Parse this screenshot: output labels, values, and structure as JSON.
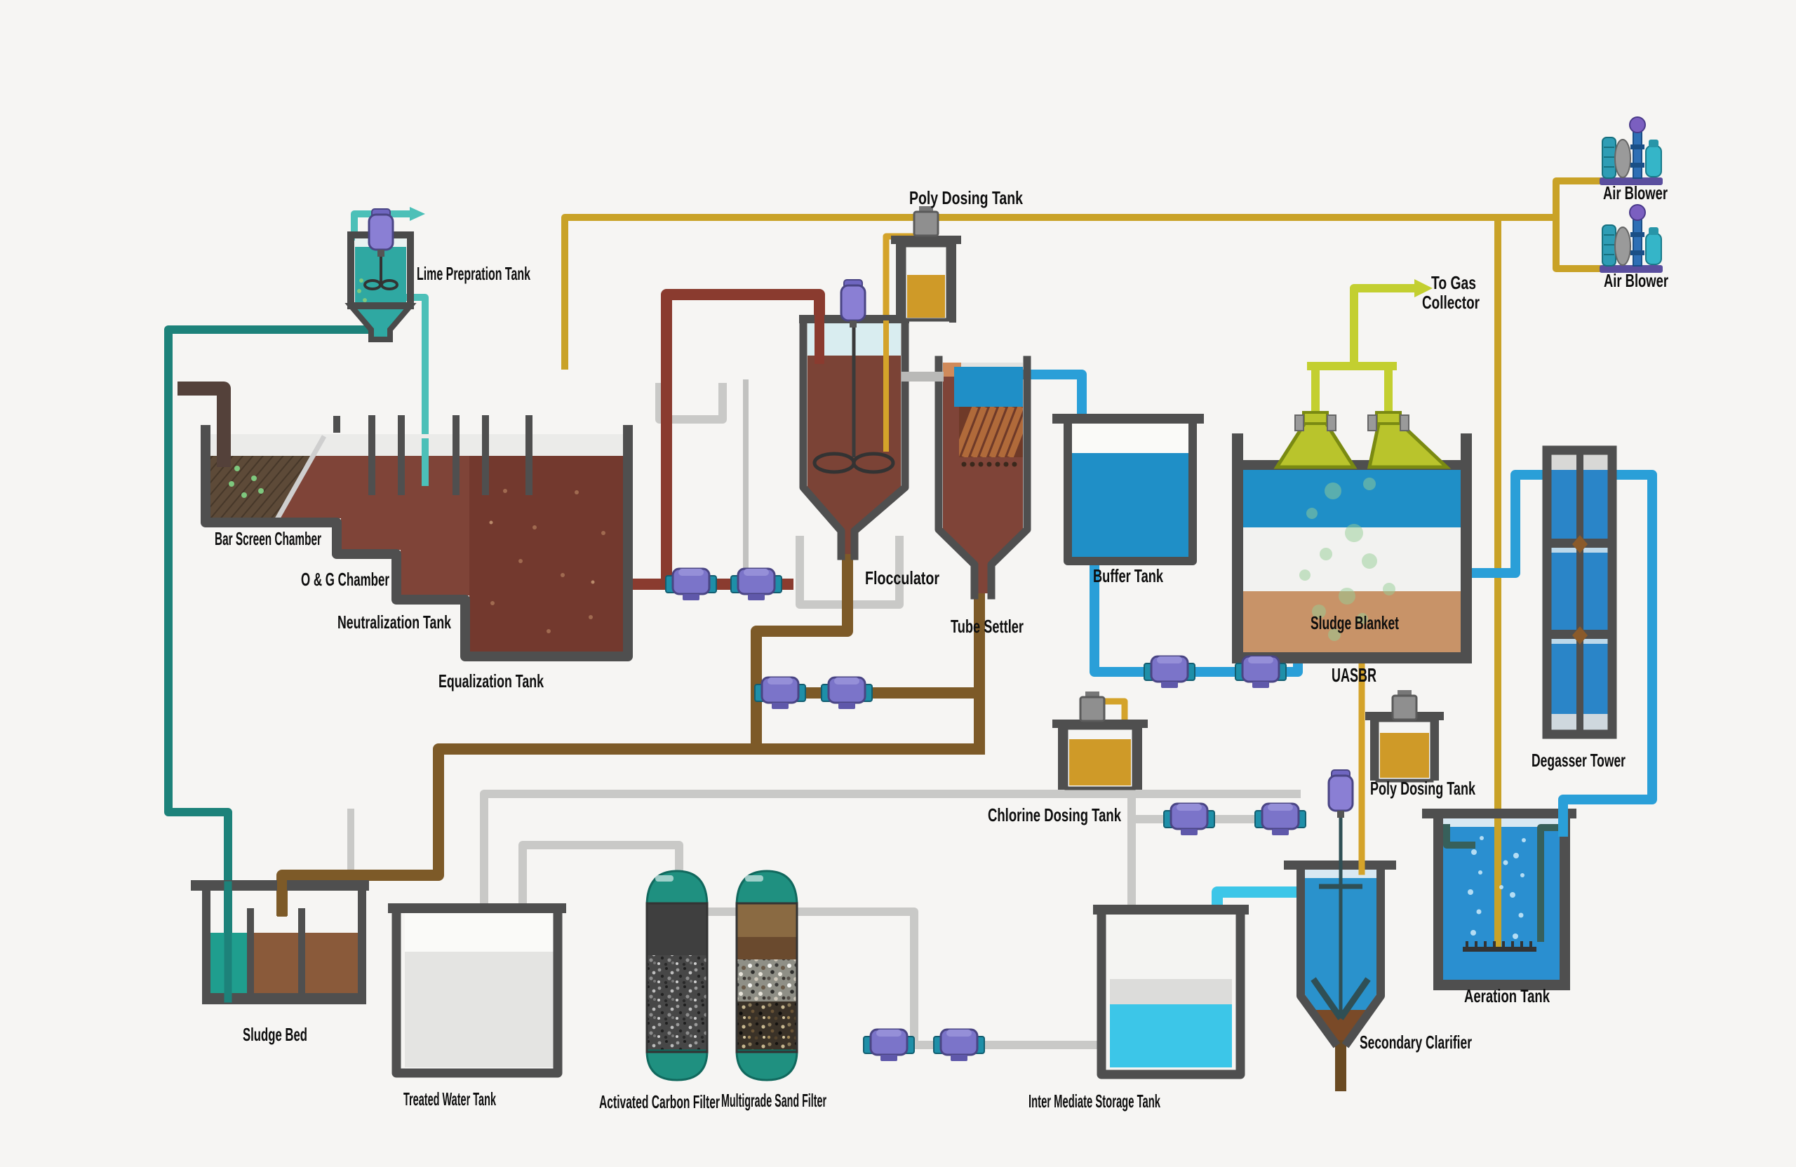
{
  "labels": {
    "lime_tank": "Lime Prepration Tank",
    "bar_screen": "Bar Screen Chamber",
    "og_chamber": "O & G Chamber",
    "neutralization": "Neutralization Tank",
    "equalization": "Equalization Tank",
    "poly_dosing_top": "Poly Dosing Tank",
    "flocculator": "Flocculator",
    "tube_settler": "Tube Settler",
    "buffer_tank": "Buffer Tank",
    "sludge_blanket": "Sludge Blanket",
    "uasbr": "UASBR",
    "to_gas_1": "To Gas",
    "to_gas_2": "Collector",
    "air_blower": "Air Blower",
    "degasser": "Degasser Tower",
    "poly_dosing_bottom": "Poly Dosing Tank",
    "chlorine_dosing": "Chlorine Dosing Tank",
    "sludge_bed": "Sludge Bed",
    "treated_water": "Treated Water Tank",
    "carbon_filter": "Activated Carbon Filter",
    "sand_filter": "Multigrade Sand Filter",
    "intermediate": "Inter Mediate Storage Tank",
    "secondary_clarifier": "Secondary Clarifier",
    "aeration_tank": "Aeration Tank"
  },
  "colors": {
    "background": "#f6f5f3",
    "tank_frame": "#4f4f4f",
    "wastewater_brown": "#7f4438",
    "equalization_brown": "#73392e",
    "clarified_blue": "#1f8fc7",
    "aeration_blue": "#2a8fd0",
    "cyan_water": "#3cc6e8",
    "lime_teal": "#2fa8a2",
    "sludge_tan": "#c89368",
    "dosing_amber": "#cf9a28",
    "gas_olive": "#c3cf30",
    "air_gold": "#c9a227",
    "transfer_maroon": "#8a3b2f",
    "sludge_pipe_brown": "#7d5a28",
    "utility_gray": "#c9c9c7",
    "teal_pipe": "#1d827a",
    "pump_purple": "#7b74c9"
  }
}
